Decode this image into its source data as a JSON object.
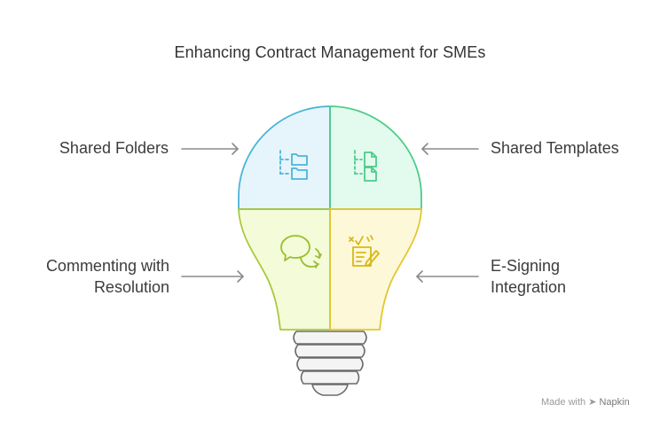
{
  "title": "Enhancing Contract Management for SMEs",
  "quadrants": [
    {
      "id": "top-left",
      "label_lines": [
        "Shared Folders"
      ],
      "icon": "folder-tree-icon",
      "fill": "#e6f5fc",
      "stroke": "#4bb5d8"
    },
    {
      "id": "top-right",
      "label_lines": [
        "Shared Templates"
      ],
      "icon": "document-tree-icon",
      "fill": "#e3fbee",
      "stroke": "#4ccc8a"
    },
    {
      "id": "bottom-left",
      "label_lines": [
        "Commenting with",
        "Resolution"
      ],
      "icon": "comment-refresh-icon",
      "fill": "#f3fbd9",
      "stroke": "#a9c93a"
    },
    {
      "id": "bottom-right",
      "label_lines": [
        "E-Signing",
        "Integration"
      ],
      "icon": "e-sign-document-icon",
      "fill": "#fdf8d8",
      "stroke": "#e2c72e"
    }
  ],
  "colors": {
    "text": "#3c3c3c",
    "arrow": "#8a8a8a",
    "base": "#6b6b6b"
  },
  "watermark": {
    "prefix": "Made with",
    "brand": "Napkin"
  }
}
